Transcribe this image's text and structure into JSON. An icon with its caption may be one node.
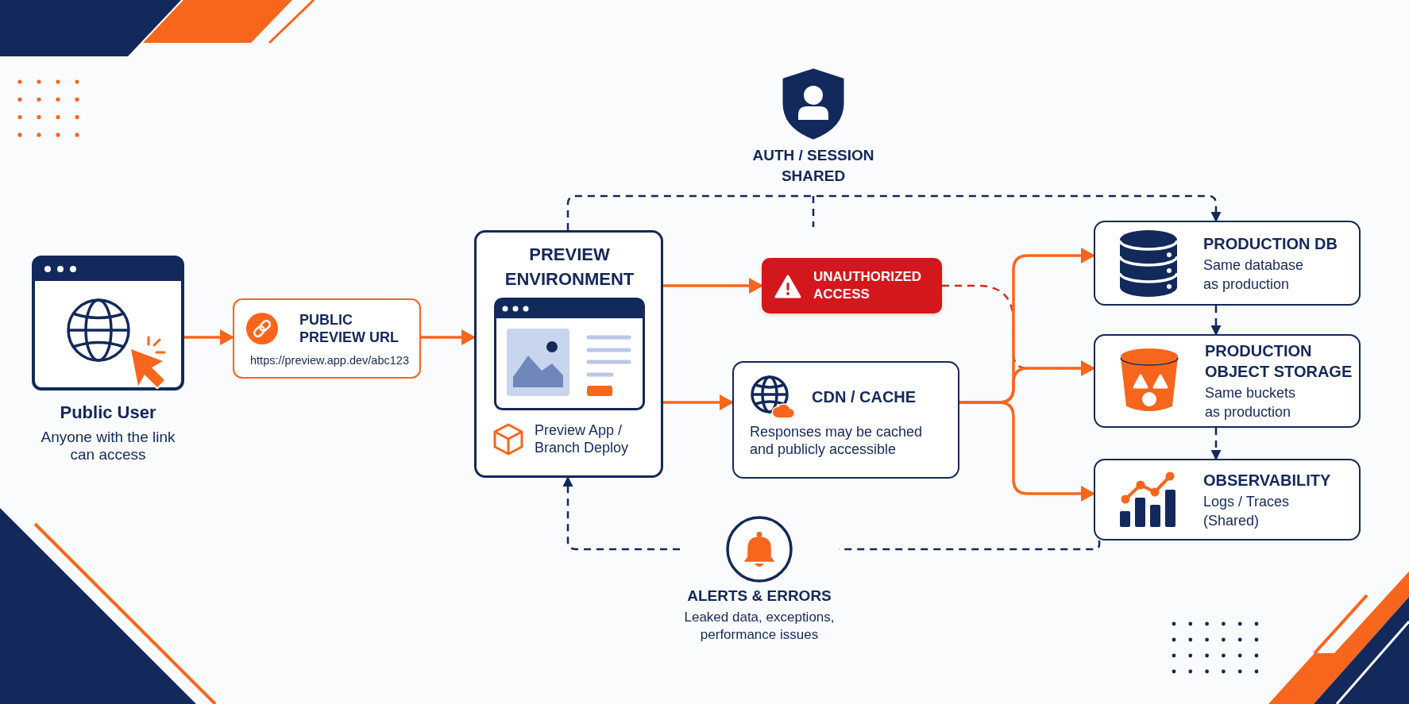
{
  "diagram": {
    "nodes": [
      {
        "text": [
          "Public User",
          "Anyone with the link can access"
        ]
      },
      {
        "text": [
          "PUBLIC PREVIEW URL",
          "https://preview.app.dev/abc123"
        ]
      },
      {
        "text": [
          "PREVIEW ENVIRONMENT",
          "Preview App / Branch Deploy"
        ]
      },
      {
        "text": [
          "UNAUTHORIZED ACCESS"
        ]
      },
      {
        "text": [
          "CDN / CACHE",
          "Responses may be cached and publicly accessible"
        ]
      },
      {
        "text": [
          "PRODUCTION DB",
          "Same database as production"
        ]
      },
      {
        "text": [
          "PRODUCTION OBJECT STORAGE",
          "Same buckets as production"
        ]
      },
      {
        "text": [
          "OBSERVABILITY",
          "Logs / Traces (Shared)"
        ]
      },
      {
        "text": [
          "ALERTS & ERRORS",
          "Leaked data, exceptions, performance issues"
        ]
      }
    ],
    "edges": [
      {
        "from": 0,
        "to": 1,
        "arrow": "to"
      },
      {
        "from": 1,
        "to": 2,
        "arrow": "to"
      },
      {
        "from": 2,
        "to": 3,
        "arrow": "to"
      },
      {
        "from": 2,
        "to": 4,
        "arrow": "to"
      },
      {
        "from": 4,
        "to": 5,
        "arrow": "to"
      },
      {
        "from": 4,
        "to": 6,
        "arrow": "to"
      },
      {
        "from": 4,
        "to": 7,
        "arrow": "to"
      },
      {
        "from": 3,
        "to": 6,
        "arrow": "to",
        "style": "dashed",
        "color": "#d62828"
      },
      {
        "from": 2,
        "to": 5,
        "arrow": "to",
        "style": "dashed",
        "color": "#13295b",
        "label": "AUTH / SESSION SHARED"
      },
      {
        "from": 5,
        "to": 6,
        "arrow": "to",
        "style": "dashed",
        "color": "#13295b"
      },
      {
        "from": 6,
        "to": 7,
        "arrow": "to",
        "style": "dashed",
        "color": "#13295b"
      },
      {
        "from": 7,
        "to": 8,
        "arrow": "none",
        "style": "dashed",
        "color": "#13295b"
      },
      {
        "from": 8,
        "to": 2,
        "arrow": "to",
        "style": "dashed",
        "color": "#13295b"
      }
    ]
  }
}
